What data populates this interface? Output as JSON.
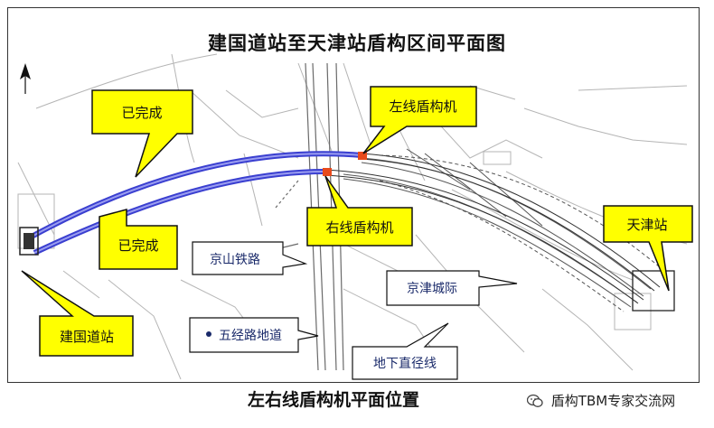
{
  "title": "建国道站至天津站盾构区间平面图",
  "caption": "左右线盾构机平面位置",
  "watermark": {
    "text": "盾构TBM专家交流网",
    "icon": "wechat-icon"
  },
  "callouts": {
    "completed_top": "已完成",
    "completed_bottom": "已完成",
    "left_machine": "左线盾构机",
    "right_machine": "右线盾构机",
    "tianjin_station": "天津站",
    "jianguodao_station": "建国道站"
  },
  "labels": {
    "jingshan_railway": "京山铁路",
    "jingjin_intercity": "京津城际",
    "wujing_road_tunnel": "五经路地道",
    "underground_line": "地下直径线"
  },
  "colors": {
    "completed_tunnel": "#3a3fd0",
    "callout_fill": "#ffff00",
    "machine_marker": "#e84a1c",
    "label_text": "#1a2a6a"
  }
}
